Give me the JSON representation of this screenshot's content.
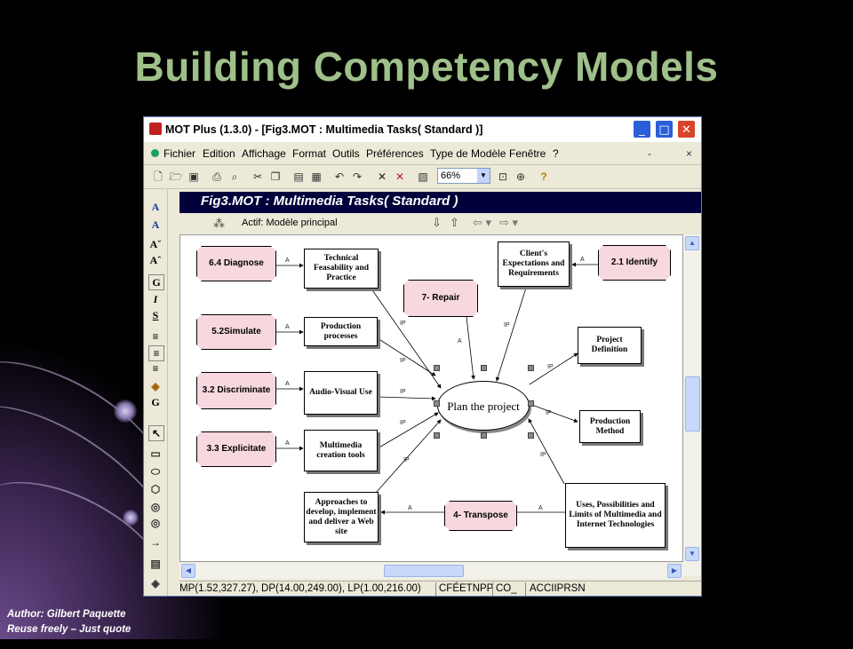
{
  "slide": {
    "title": "Building Competency Models",
    "footer_author": "Author: Gilbert Paquette",
    "footer_note": "Reuse freely – Just quote"
  },
  "window": {
    "title": "MOT Plus (1.3.0) - [Fig3.MOT : Multimedia Tasks( Standard )]",
    "controls": [
      "_",
      "□",
      "✕"
    ]
  },
  "menu": {
    "items": [
      "Fichier",
      "Edition",
      "Affichage",
      "Format",
      "Outils",
      "Préférences",
      "Type de Modèle",
      "Fenêtre",
      "?"
    ],
    "doc_controls": [
      "-",
      "×"
    ]
  },
  "toolbar": {
    "zoom": "66%"
  },
  "document": {
    "title": "Fig3.MOT : Multimedia Tasks( Standard )",
    "active_model": "Actif: Modèle principal"
  },
  "left_tools": [
    "A",
    "A",
    "Aˇ",
    "Aˆ",
    "G",
    "I",
    "S"
  ],
  "diagram": {
    "center": "Plan the project",
    "repair": "7- Repair",
    "transpose": "4- Transpose",
    "pink": [
      "6.4 Diagnose",
      "5.2Simulate",
      "3.2 Discriminate",
      "3.3 Explicitate",
      "2.1 Identify"
    ],
    "boxes": {
      "technical": "Technical Feasability and Practice",
      "production_processes": "Production processes",
      "audio_visual": "Audio-Visual Use",
      "multimedia_tools": "Multimedia creation tools",
      "approaches": "Approaches to develop, implement and deliver a Web site",
      "clients": "Client's Expectations and Requirements",
      "project_definition": "Project Definition",
      "production_method": "Production Method",
      "uses": "Uses, Possibilities and Limits of Multimedia and Internet Technologies"
    },
    "link_labels": {
      "a": "A",
      "ip": "IP"
    }
  },
  "status_bar": [
    "MP(1.52,327.27), DP(14.00,249.00), LP(1.00,216.00)",
    "CFÉETNPP",
    "CO_",
    "ACCIIPRSN"
  ],
  "colors": {
    "title": "#9fc08a",
    "pink": "#f6d8de",
    "doc_header": "#00003a"
  }
}
